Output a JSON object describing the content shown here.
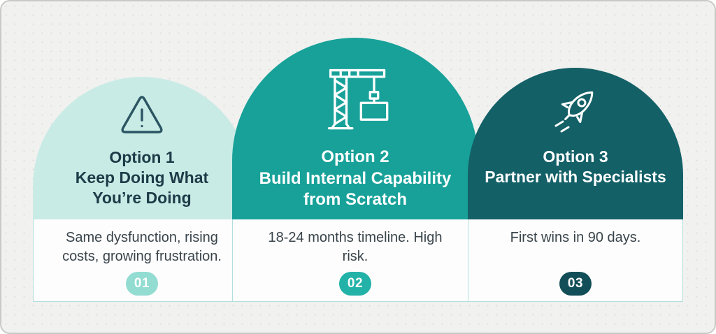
{
  "options": [
    {
      "label": "Option 1",
      "title": "Keep Doing What You’re Doing",
      "description": "Same dysfunction, rising costs, growing frustration.",
      "badge": "01",
      "icon": "warning-triangle-icon",
      "arch_color": "#c9ebe6",
      "badge_color": "#92dcd2",
      "title_color": "#1d3b47"
    },
    {
      "label": "Option 2",
      "title": "Build Internal Capability from Scratch",
      "description": "18-24 months timeline. High risk.",
      "badge": "02",
      "icon": "crane-icon",
      "arch_color": "#17a199",
      "badge_color": "#23b2a8",
      "title_color": "#ffffff"
    },
    {
      "label": "Option 3",
      "title": "Partner with Specialists",
      "description": "First wins in 90 days.",
      "badge": "03",
      "icon": "rocket-icon",
      "arch_color": "#136067",
      "badge_color": "#114e57",
      "title_color": "#ffffff"
    }
  ]
}
